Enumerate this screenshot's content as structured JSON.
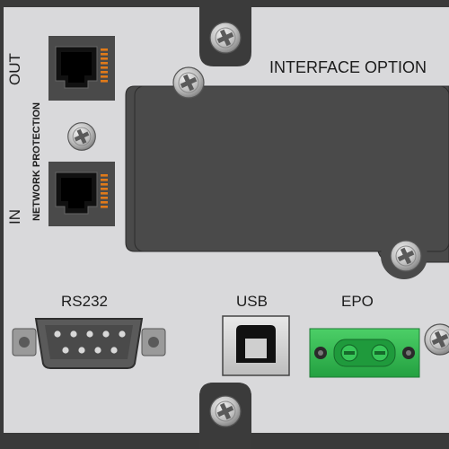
{
  "panel": {
    "interface_label": "INTERFACE  OPTION",
    "out_label": "OUT",
    "in_label": "IN",
    "network_protection_label": "NETWORK PROTECTION",
    "rs232_label": "RS232",
    "usb_label": "USB",
    "epo_label": "EPO"
  },
  "colors": {
    "panel": "#d9d9db",
    "frame": "#3a3a3a",
    "slot_cover": "#4a4a4a",
    "port_body": "#4a4a4a",
    "led_orange": "#e07a1a",
    "epo_green": "#2fb84f",
    "screw": "#bfbfbf"
  },
  "icons": {
    "screw": "phillips-screw-icon",
    "rj45": "rj45-port-icon",
    "db9": "db9-serial-port-icon",
    "usb_b": "usb-b-port-icon",
    "terminal": "terminal-block-icon"
  }
}
